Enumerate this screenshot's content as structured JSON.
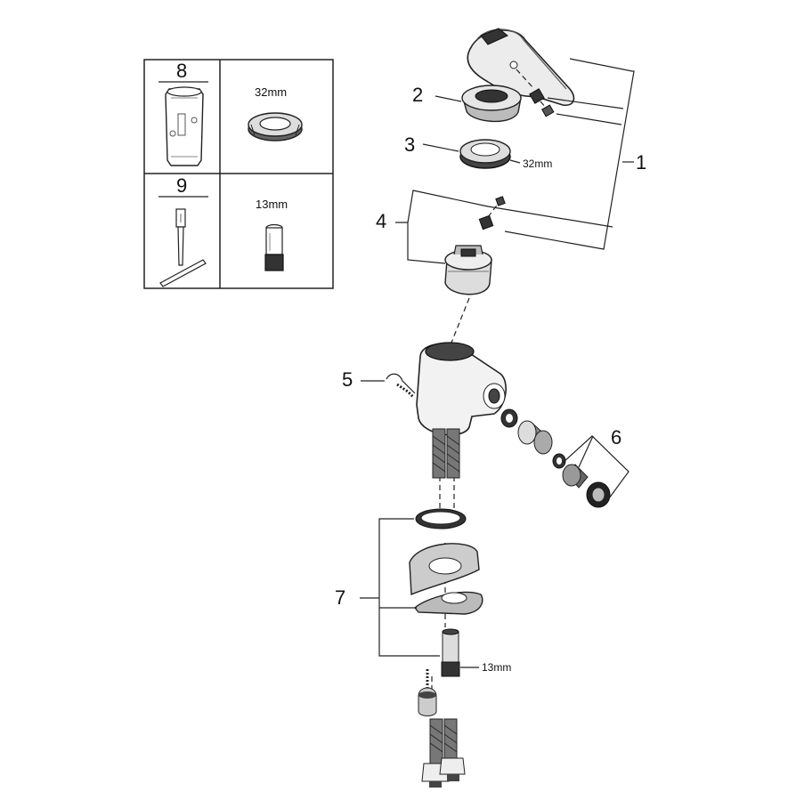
{
  "callouts": {
    "c1": "1",
    "c2": "2",
    "c3": "3",
    "c4": "4",
    "c5": "5",
    "c6": "6",
    "c7": "7"
  },
  "sizes": {
    "nut_32": "32mm",
    "nut_13": "13mm"
  },
  "tool_table": {
    "row8_number": "8",
    "row8_size": "32mm",
    "row9_number": "9",
    "row9_size": "13mm"
  },
  "icons": [
    "handle-lever-icon",
    "cap-ring-icon",
    "nut-icon",
    "cartridge-icon",
    "body-icon",
    "pop-up-rod-icon",
    "aerator-icon",
    "mounting-kit-icon",
    "hose-icon",
    "tool-wrench-icon",
    "socket-tool-icon",
    "t-key-tool-icon"
  ]
}
